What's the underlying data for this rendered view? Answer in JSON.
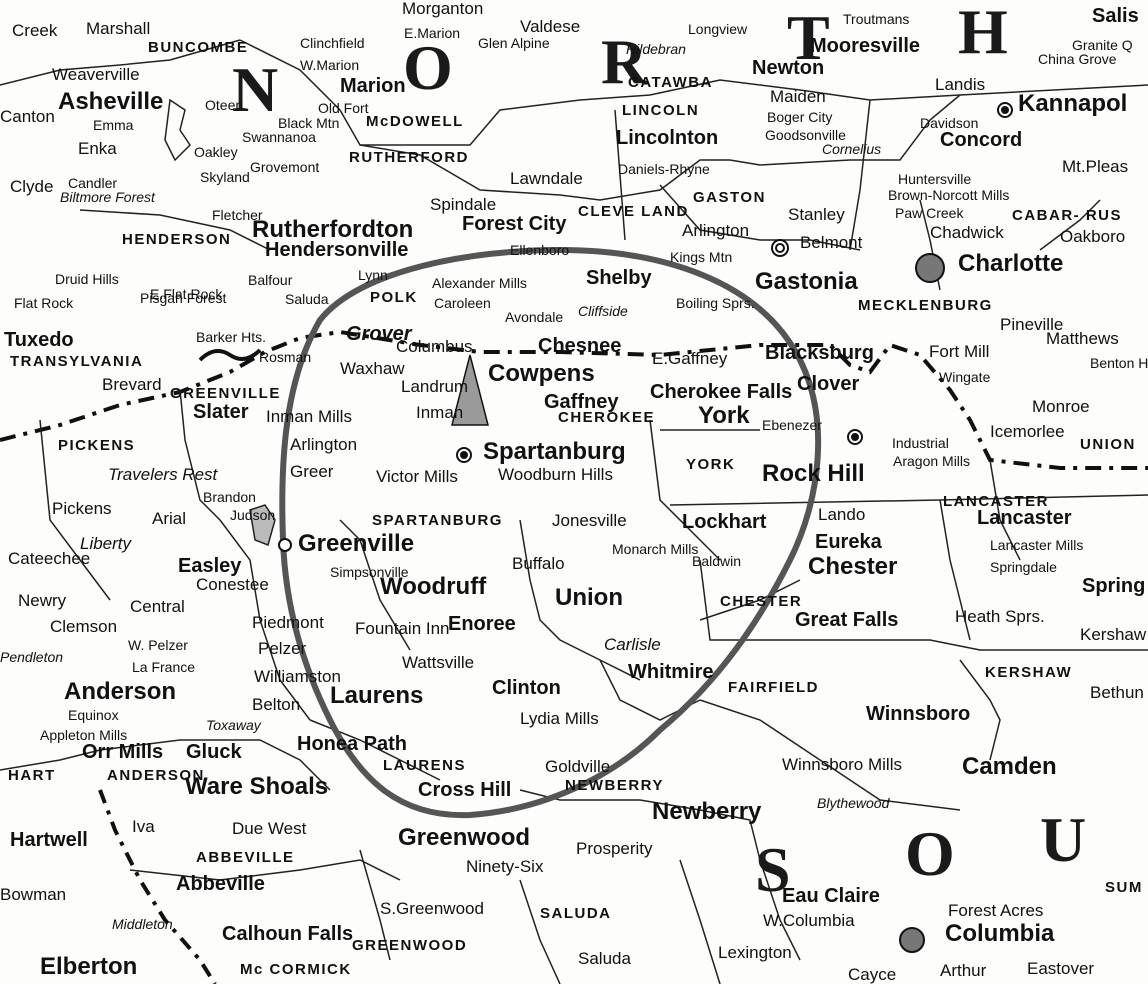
{
  "map": {
    "state_letters": {
      "north": [
        "N",
        "O",
        "R",
        "T",
        "H"
      ],
      "south": [
        "S",
        "O",
        "U"
      ]
    },
    "counties": [
      "BUNCOMBE",
      "McDOWELL",
      "RUTHERFORD",
      "CATAWBA",
      "LINCOLN",
      "GASTON",
      "CLEVE LAND",
      "HENDERSON",
      "POLK",
      "TRANSYLVANIA",
      "GREENVILLE",
      "PICKENS",
      "SPARTANBURG",
      "CHEROKEE",
      "YORK",
      "MECKLENBURG",
      "CABAR- RUS",
      "UNION",
      "LANCASTER",
      "CHESTER",
      "FAIRFIELD",
      "KERSHAW",
      "ANDERSON",
      "LAURENS",
      "NEWBERRY",
      "ABBEVILLE",
      "GREENWOOD",
      "SALUDA",
      "HART",
      "Mc CORMICK",
      "SUM"
    ],
    "places": [
      "Creek",
      "Marshall",
      "Weaverville",
      "Asheville",
      "Oteen",
      "Emma",
      "Enka",
      "Canton",
      "Clyde",
      "Candler",
      "Oakley",
      "Grovemont",
      "Swannanoa",
      "Black Mtn",
      "Skyland",
      "Biltmore Forest",
      "Fletcher",
      "Clinchfield",
      "E.Marion",
      "W.Marion",
      "Marion",
      "Old Fort",
      "Glen Alpine",
      "Valdese",
      "Morganton",
      "Hildebran",
      "Longview",
      "Newton",
      "Maiden",
      "Troutmans",
      "Mooresville",
      "Landis",
      "China Grove",
      "Granite Q",
      "Salis",
      "Kannapol",
      "Davidson",
      "Concord",
      "Mt.Pleas",
      "Huntersville",
      "Brown-Norcott Mills",
      "Paw Creek",
      "Chadwick",
      "Oakboro",
      "Charlotte",
      "Lincolnton",
      "Boger City",
      "Goodsonville",
      "Cornelius",
      "Daniels-Rhyne",
      "Arlington",
      "Stanley",
      "Belmont",
      "Gastonia",
      "Lawndale",
      "Spindale",
      "Forest City",
      "Rutherfordton",
      "Ellenboro",
      "Shelby",
      "Kings Mtn",
      "Hendersonville",
      "Druid Hills",
      "Balfour",
      "E.Flat Rock",
      "Flat Rock",
      "Pisgah Forest",
      "Barker Hts.",
      "Tuxedo",
      "Brevard",
      "Rosman",
      "Saluda",
      "Lynn",
      "Alexander Mills",
      "Caroleen",
      "Avondale",
      "Cliffside",
      "Boiling Sprs.",
      "Grover",
      "Columbus",
      "Chesnee",
      "E.Gaffney",
      "Blacksburg",
      "Clover",
      "Fort Mill",
      "Pineville",
      "Matthews",
      "Benton Hts",
      "Wingate",
      "Monroe",
      "Icemorlee",
      "Waxhaw",
      "Landrum",
      "Inman",
      "Cowpens",
      "Gaffney",
      "Cherokee Falls",
      "York",
      "Ebenezer",
      "Rock Hill",
      "Industrial",
      "Aragon Mills",
      "Slater",
      "Inman Mills",
      "Arlington",
      "Greer",
      "Victor Mills",
      "Spartanburg",
      "Woodburn Hills",
      "Travelers Rest",
      "Brandon",
      "Judson",
      "Pickens",
      "Arial",
      "Liberty",
      "Easley",
      "Cateechee",
      "Greenville",
      "Jonesville",
      "Lockhart",
      "Lando",
      "Eureka",
      "Chester",
      "Lancaster",
      "Lancaster Mills",
      "Springdale",
      "Simpsonville",
      "Woodruff",
      "Conestee",
      "Newry",
      "Central",
      "Clemson",
      "Buffalo",
      "Monarch Mills",
      "Baldwin",
      "Union",
      "Spring",
      "Fountain Inn",
      "Enoree",
      "Piedmont",
      "Pelzer",
      "W. Pelzer",
      "La France",
      "Pendleton",
      "Great Falls",
      "Heath Sprs.",
      "Kershaw",
      "Carlisle",
      "Whitmire",
      "Williamston",
      "Wattsville",
      "Clinton",
      "Anderson",
      "Equinox",
      "Belton",
      "Laurens",
      "Toxaway",
      "Lydia Mills",
      "Winnsboro",
      "Bethun",
      "Appleton Mills",
      "Orr Mills",
      "Gluck",
      "Honea Path",
      "Goldville",
      "Winnsboro Mills",
      "Camden",
      "Ware Shoals",
      "Cross Hill",
      "Newberry",
      "Blythewood",
      "Hartwell",
      "Iva",
      "Due West",
      "Greenwood",
      "Ninety-Six",
      "Prosperity",
      "Abbeville",
      "Bowman",
      "S.Greenwood",
      "Eau Claire",
      "Forest Acres",
      "W.Columbia",
      "Columbia",
      "Middleton",
      "Calhoun Falls",
      "Lexington",
      "Elberton",
      "Cayce",
      "Arthur",
      "Eastover",
      "Saluda"
    ]
  }
}
